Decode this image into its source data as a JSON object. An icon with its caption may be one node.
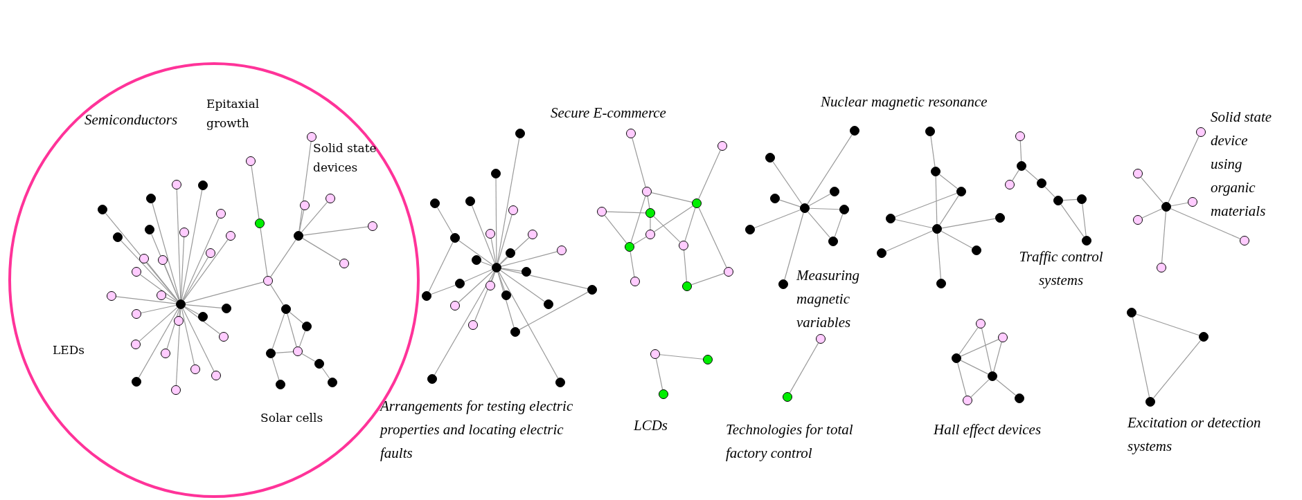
{
  "diagram": {
    "nodes": [
      {
        "text": [
          "Semiconductors",
          "Epitaxial growth",
          "Solid state devices",
          "LEDs",
          "Solar cells"
        ]
      },
      {
        "text": [],
        "shape": "circle",
        "in": 0
      },
      {
        "text": [],
        "shape": "circle",
        "in": 0
      },
      {
        "text": [],
        "shape": "circle",
        "in": 0
      },
      {
        "text": [],
        "shape": "circle",
        "in": 0
      },
      {
        "text": [],
        "shape": "circle",
        "in": 0
      },
      {
        "text": [],
        "shape": "circle",
        "in": 0
      },
      {
        "text": [],
        "shape": "circle",
        "in": 0
      },
      {
        "text": [],
        "shape": "circle",
        "in": 0
      },
      {
        "text": [],
        "shape": "circle",
        "in": 0
      },
      {
        "text": [],
        "shape": "circle",
        "in": 0
      },
      {
        "text": [],
        "shape": "circle",
        "in": 0
      },
      {
        "text": [],
        "shape": "circle",
        "in": 0
      },
      {
        "text": [],
        "shape": "circle",
        "in": 0
      },
      {
        "text": [],
        "shape": "circle",
        "in": 0
      },
      {
        "text": [],
        "shape": "circle",
        "in": 0
      },
      {
        "text": [],
        "shape": "circle",
        "in": 0
      },
      {
        "text": [],
        "shape": "circle",
        "in": 0
      },
      {
        "text": [],
        "shape": "circle",
        "in": 0
      },
      {
        "text": [],
        "shape": "circle",
        "in": 0
      },
      {
        "text": [],
        "shape": "circle",
        "in": 0
      },
      {
        "text": [],
        "shape": "circle",
        "in": 0
      },
      {
        "text": [],
        "shape": "circle",
        "in": 0
      },
      {
        "text": [],
        "shape": "circle",
        "in": 0
      },
      {
        "text": [],
        "shape": "circle",
        "in": 0
      },
      {
        "text": [],
        "shape": "circle",
        "in": 0
      },
      {
        "text": [],
        "shape": "circle",
        "in": 0
      },
      {
        "text": [],
        "shape": "circle",
        "in": 0
      },
      {
        "text": [],
        "shape": "circle",
        "in": 0
      },
      {
        "text": [],
        "shape": "circle",
        "in": 0
      },
      {
        "text": [],
        "shape": "circle",
        "in": 0
      },
      {
        "text": [],
        "shape": "circle",
        "in": 0
      },
      {
        "text": [],
        "shape": "circle",
        "in": 0
      },
      {
        "text": [],
        "shape": "circle",
        "in": 0
      },
      {
        "text": [],
        "shape": "circle",
        "in": 0
      },
      {
        "text": [],
        "shape": "circle",
        "in": 0
      },
      {
        "text": [],
        "shape": "circle",
        "in": 0
      },
      {
        "text": [],
        "shape": "circle",
        "in": 0
      },
      {
        "text": [],
        "shape": "circle",
        "in": 0
      },
      {
        "text": [],
        "shape": "circle",
        "in": 0
      },
      {
        "text": [],
        "shape": "circle",
        "in": 0
      },
      {
        "text": [],
        "shape": "circle",
        "in": 0
      },
      {
        "text": [],
        "shape": "circle",
        "in": 0
      },
      {
        "text": [],
        "shape": "circle",
        "in": 0
      },
      {
        "text": [],
        "shape": "circle"
      },
      {
        "text": [],
        "shape": "circle"
      },
      {
        "text": [],
        "shape": "circle"
      },
      {
        "text": [],
        "shape": "circle"
      },
      {
        "text": [],
        "shape": "circle"
      },
      {
        "text": [],
        "shape": "circle"
      },
      {
        "text": [],
        "shape": "circle"
      },
      {
        "text": [],
        "shape": "circle"
      },
      {
        "text": [],
        "shape": "circle"
      },
      {
        "text": [],
        "shape": "circle"
      },
      {
        "text": [],
        "shape": "circle"
      },
      {
        "text": [],
        "shape": "circle"
      },
      {
        "text": [],
        "shape": "circle"
      },
      {
        "text": [],
        "shape": "circle"
      },
      {
        "text": [],
        "shape": "circle"
      },
      {
        "text": [],
        "shape": "circle"
      },
      {
        "text": [],
        "shape": "circle"
      },
      {
        "text": [],
        "shape": "circle"
      },
      {
        "text": [],
        "shape": "circle"
      },
      {
        "text": [],
        "shape": "circle"
      },
      {
        "text": [],
        "shape": "circle"
      },
      {
        "text": [],
        "shape": "circle"
      },
      {
        "text": [],
        "shape": "circle"
      },
      {
        "text": [],
        "shape": "circle"
      },
      {
        "text": [],
        "shape": "circle"
      },
      {
        "text": [],
        "shape": "circle"
      },
      {
        "text": [],
        "shape": "circle"
      },
      {
        "text": [],
        "shape": "circle"
      },
      {
        "text": [],
        "shape": "circle"
      },
      {
        "text": [],
        "shape": "circle"
      },
      {
        "text": [],
        "shape": "circle"
      },
      {
        "text": [],
        "shape": "circle"
      },
      {
        "text": [],
        "shape": "circle"
      },
      {
        "text": [],
        "shape": "circle"
      },
      {
        "text": [],
        "shape": "circle"
      },
      {
        "text": [],
        "shape": "circle"
      },
      {
        "text": [],
        "shape": "circle"
      },
      {
        "text": [],
        "shape": "circle"
      },
      {
        "text": [],
        "shape": "circle"
      },
      {
        "text": [],
        "shape": "circle"
      },
      {
        "text": [],
        "shape": "circle"
      },
      {
        "text": [],
        "shape": "circle"
      },
      {
        "text": [],
        "shape": "circle"
      },
      {
        "text": [],
        "shape": "circle"
      },
      {
        "text": [],
        "shape": "circle"
      },
      {
        "text": [],
        "shape": "circle"
      },
      {
        "text": [],
        "shape": "circle"
      },
      {
        "text": [],
        "shape": "circle"
      },
      {
        "text": [],
        "shape": "circle"
      },
      {
        "text": [],
        "shape": "circle"
      },
      {
        "text": [],
        "shape": "circle"
      },
      {
        "text": [],
        "shape": "circle"
      },
      {
        "text": [],
        "shape": "circle"
      },
      {
        "text": [],
        "shape": "circle"
      },
      {
        "text": [],
        "shape": "circle"
      },
      {
        "text": [],
        "shape": "circle"
      },
      {
        "text": [],
        "shape": "circle"
      },
      {
        "text": [],
        "shape": "circle"
      },
      {
        "text": [],
        "shape": "circle"
      },
      {
        "text": [],
        "shape": "circle"
      },
      {
        "text": [],
        "shape": "circle"
      },
      {
        "text": [],
        "shape": "circle"
      },
      {
        "text": [],
        "shape": "circle"
      },
      {
        "text": [],
        "shape": "circle"
      },
      {
        "text": [],
        "shape": "circle"
      },
      {
        "text": [],
        "shape": "circle"
      },
      {
        "text": [],
        "shape": "circle"
      },
      {
        "text": [],
        "shape": "circle"
      },
      {
        "text": [],
        "shape": "circle"
      },
      {
        "text": [],
        "shape": "circle"
      },
      {
        "text": [],
        "shape": "circle"
      },
      {
        "text": [],
        "shape": "circle"
      },
      {
        "text": [],
        "shape": "circle"
      },
      {
        "text": [],
        "shape": "circle"
      },
      {
        "text": [],
        "shape": "circle"
      },
      {
        "text": [],
        "shape": "circle"
      },
      {
        "text": [],
        "shape": "circle"
      },
      {
        "text": [],
        "shape": "circle"
      },
      {
        "text": [],
        "shape": "circle"
      },
      {
        "text": [],
        "shape": "circle"
      },
      {
        "text": [],
        "shape": "circle"
      },
      {
        "text": [],
        "shape": "circle"
      }
    ],
    "edges": [
      {
        "from": 1,
        "to": 2,
        "arrow": "none"
      },
      {
        "from": 1,
        "to": 3,
        "arrow": "none"
      },
      {
        "from": 1,
        "to": 4,
        "arrow": "none"
      },
      {
        "from": 1,
        "to": 5,
        "arrow": "none"
      },
      {
        "from": 1,
        "to": 6,
        "arrow": "none"
      },
      {
        "from": 1,
        "to": 7,
        "arrow": "none"
      },
      {
        "from": 1,
        "to": 8,
        "arrow": "none"
      },
      {
        "from": 1,
        "to": 9,
        "arrow": "none"
      },
      {
        "from": 1,
        "to": 10,
        "arrow": "none"
      },
      {
        "from": 1,
        "to": 11,
        "arrow": "none"
      },
      {
        "from": 1,
        "to": 12,
        "arrow": "none"
      },
      {
        "from": 1,
        "to": 13,
        "arrow": "none"
      },
      {
        "from": 1,
        "to": 14,
        "arrow": "none"
      },
      {
        "from": 1,
        "to": 15,
        "arrow": "none"
      },
      {
        "from": 1,
        "to": 16,
        "arrow": "none"
      },
      {
        "from": 1,
        "to": 17,
        "arrow": "none"
      },
      {
        "from": 1,
        "to": 18,
        "arrow": "none"
      },
      {
        "from": 1,
        "to": 19,
        "arrow": "none"
      },
      {
        "from": 1,
        "to": 20,
        "arrow": "none"
      },
      {
        "from": 1,
        "to": 21,
        "arrow": "none"
      },
      {
        "from": 1,
        "to": 22,
        "arrow": "none"
      },
      {
        "from": 1,
        "to": 23,
        "arrow": "none"
      },
      {
        "from": 1,
        "to": 24,
        "arrow": "none"
      },
      {
        "from": 1,
        "to": 25,
        "arrow": "none"
      },
      {
        "from": 1,
        "to": 26,
        "arrow": "none"
      },
      {
        "from": 1,
        "to": 27,
        "arrow": "none"
      },
      {
        "from": 1,
        "to": 28,
        "arrow": "none"
      },
      {
        "from": 28,
        "to": 29,
        "arrow": "none"
      },
      {
        "from": 29,
        "to": 30,
        "arrow": "none"
      },
      {
        "from": 29,
        "to": 31,
        "arrow": "none"
      },
      {
        "from": 29,
        "to": 32,
        "arrow": "none"
      },
      {
        "from": 29,
        "to": 33,
        "arrow": "none"
      },
      {
        "from": 29,
        "to": 34,
        "arrow": "none"
      },
      {
        "from": 28,
        "to": 35,
        "arrow": "none"
      },
      {
        "from": 35,
        "to": 36,
        "arrow": "none"
      },
      {
        "from": 28,
        "to": 37,
        "arrow": "none"
      },
      {
        "from": 37,
        "to": 38,
        "arrow": "none"
      },
      {
        "from": 37,
        "to": 39,
        "arrow": "none"
      },
      {
        "from": 37,
        "to": 40,
        "arrow": "none"
      },
      {
        "from": 39,
        "to": 40,
        "arrow": "none"
      },
      {
        "from": 38,
        "to": 40,
        "arrow": "none"
      },
      {
        "from": 40,
        "to": 41,
        "arrow": "none"
      },
      {
        "from": 41,
        "to": 42,
        "arrow": "none"
      },
      {
        "from": 39,
        "to": 43,
        "arrow": "none"
      },
      {
        "from": 44,
        "to": 45,
        "arrow": "none"
      },
      {
        "from": 44,
        "to": 46,
        "arrow": "none"
      },
      {
        "from": 44,
        "to": 47,
        "arrow": "none"
      },
      {
        "from": 44,
        "to": 48,
        "arrow": "none"
      },
      {
        "from": 44,
        "to": 49,
        "arrow": "none"
      },
      {
        "from": 44,
        "to": 50,
        "arrow": "none"
      },
      {
        "from": 44,
        "to": 51,
        "arrow": "none"
      },
      {
        "from": 44,
        "to": 52,
        "arrow": "none"
      },
      {
        "from": 44,
        "to": 53,
        "arrow": "none"
      },
      {
        "from": 44,
        "to": 54,
        "arrow": "none"
      },
      {
        "from": 55,
        "to": 56,
        "arrow": "none"
      },
      {
        "from": 55,
        "to": 44,
        "arrow": "none"
      },
      {
        "from": 55,
        "to": 57,
        "arrow": "none"
      },
      {
        "from": 57,
        "to": 59,
        "arrow": "none"
      },
      {
        "from": 59,
        "to": 44,
        "arrow": "none"
      },
      {
        "from": 44,
        "to": 58,
        "arrow": "none"
      },
      {
        "from": 44,
        "to": 60,
        "arrow": "none"
      },
      {
        "from": 44,
        "to": 61,
        "arrow": "none"
      },
      {
        "from": 44,
        "to": 62,
        "arrow": "none"
      },
      {
        "from": 44,
        "to": 63,
        "arrow": "none"
      },
      {
        "from": 44,
        "to": 64,
        "arrow": "none"
      },
      {
        "from": 64,
        "to": 65,
        "arrow": "none"
      },
      {
        "from": 44,
        "to": 65,
        "arrow": "none"
      },
      {
        "from": 44,
        "to": 66,
        "arrow": "none"
      },
      {
        "from": 44,
        "to": 67,
        "arrow": "none"
      },
      {
        "from": 68,
        "to": 70,
        "arrow": "none"
      },
      {
        "from": 70,
        "to": 71,
        "arrow": "none"
      },
      {
        "from": 70,
        "to": 75,
        "arrow": "none"
      },
      {
        "from": 70,
        "to": 73,
        "arrow": "none"
      },
      {
        "from": 73,
        "to": 74,
        "arrow": "none"
      },
      {
        "from": 72,
        "to": 73,
        "arrow": "none"
      },
      {
        "from": 72,
        "to": 75,
        "arrow": "none"
      },
      {
        "from": 75,
        "to": 74,
        "arrow": "none"
      },
      {
        "from": 74,
        "to": 71,
        "arrow": "none"
      },
      {
        "from": 73,
        "to": 76,
        "arrow": "none"
      },
      {
        "from": 71,
        "to": 76,
        "arrow": "none"
      },
      {
        "from": 71,
        "to": 69,
        "arrow": "none"
      },
      {
        "from": 71,
        "to": 79,
        "arrow": "none"
      },
      {
        "from": 76,
        "to": 78,
        "arrow": "none"
      },
      {
        "from": 78,
        "to": 79,
        "arrow": "none"
      },
      {
        "from": 75,
        "to": 77,
        "arrow": "none"
      },
      {
        "from": 80,
        "to": 81,
        "arrow": "none"
      },
      {
        "from": 80,
        "to": 82,
        "arrow": "none"
      },
      {
        "from": 83,
        "to": 84,
        "arrow": "none"
      },
      {
        "from": 83,
        "to": 85,
        "arrow": "none"
      },
      {
        "from": 83,
        "to": 86,
        "arrow": "none"
      },
      {
        "from": 83,
        "to": 87,
        "arrow": "none"
      },
      {
        "from": 83,
        "to": 88,
        "arrow": "none"
      },
      {
        "from": 83,
        "to": 89,
        "arrow": "none"
      },
      {
        "from": 83,
        "to": 90,
        "arrow": "none"
      },
      {
        "from": 83,
        "to": 91,
        "arrow": "none"
      },
      {
        "from": 88,
        "to": 90,
        "arrow": "none"
      },
      {
        "from": 93,
        "to": 94,
        "arrow": "none"
      },
      {
        "from": 94,
        "to": 92,
        "arrow": "none"
      },
      {
        "from": 94,
        "to": 95,
        "arrow": "none"
      },
      {
        "from": 95,
        "to": 96,
        "arrow": "none"
      },
      {
        "from": 95,
        "to": 92,
        "arrow": "none"
      },
      {
        "from": 96,
        "to": 92,
        "arrow": "none"
      },
      {
        "from": 92,
        "to": 97,
        "arrow": "none"
      },
      {
        "from": 92,
        "to": 98,
        "arrow": "none"
      },
      {
        "from": 92,
        "to": 99,
        "arrow": "none"
      },
      {
        "from": 92,
        "to": 100,
        "arrow": "none"
      },
      {
        "from": 101,
        "to": 102,
        "arrow": "none"
      },
      {
        "from": 103,
        "to": 104,
        "arrow": "none"
      },
      {
        "from": 104,
        "to": 105,
        "arrow": "none"
      },
      {
        "from": 104,
        "to": 106,
        "arrow": "none"
      },
      {
        "from": 106,
        "to": 107,
        "arrow": "none"
      },
      {
        "from": 107,
        "to": 108,
        "arrow": "none"
      },
      {
        "from": 107,
        "to": 109,
        "arrow": "none"
      },
      {
        "from": 108,
        "to": 109,
        "arrow": "none"
      },
      {
        "from": 112,
        "to": 110,
        "arrow": "none"
      },
      {
        "from": 112,
        "to": 111,
        "arrow": "none"
      },
      {
        "from": 110,
        "to": 113,
        "arrow": "none"
      },
      {
        "from": 111,
        "to": 113,
        "arrow": "none"
      },
      {
        "from": 112,
        "to": 113,
        "arrow": "none"
      },
      {
        "from": 112,
        "to": 114,
        "arrow": "none"
      },
      {
        "from": 114,
        "to": 113,
        "arrow": "none"
      },
      {
        "from": 113,
        "to": 115,
        "arrow": "none"
      },
      {
        "from": 116,
        "to": 117,
        "arrow": "none"
      },
      {
        "from": 116,
        "to": 118,
        "arrow": "none"
      },
      {
        "from": 116,
        "to": 119,
        "arrow": "none"
      },
      {
        "from": 116,
        "to": 120,
        "arrow": "none"
      },
      {
        "from": 116,
        "to": 121,
        "arrow": "none"
      },
      {
        "from": 116,
        "to": 122,
        "arrow": "none"
      },
      {
        "from": 123,
        "to": 124,
        "arrow": "none"
      },
      {
        "from": 124,
        "to": 125,
        "arrow": "none"
      },
      {
        "from": 125,
        "to": 123,
        "arrow": "none"
      }
    ],
    "labels": [
      "Secure E-commerce",
      "Nuclear magnetic resonance",
      "Solid state device using organic materials",
      "Measuring magnetic variables",
      "Traffic control systems",
      "Arrangements for testing electric properties and locating electric faults",
      "LCDs",
      "Technologies for total factory control",
      "Hall effect devices",
      "Excitation or detection systems"
    ]
  }
}
